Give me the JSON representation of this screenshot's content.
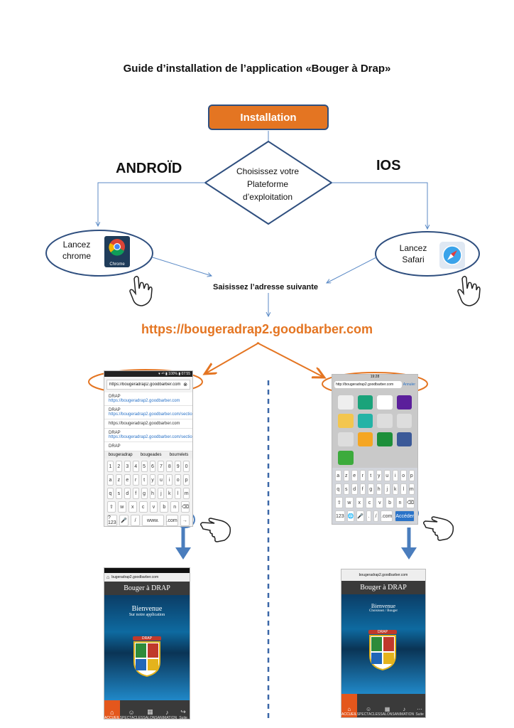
{
  "title": "Guide d’installation de l’application «Bouger à Drap»",
  "install_label": "Installation",
  "platforms": {
    "android": "ANDROÏD",
    "ios": "IOS"
  },
  "decision": {
    "line1": "Choisissez votre",
    "line2": "Plateforme",
    "line3": "d’exploitation"
  },
  "android_step": {
    "line1": "Lancez",
    "line2": "chrome",
    "app_label": "Chrome"
  },
  "ios_step": {
    "line1": "Lancez",
    "line2": "Safari"
  },
  "address_prompt": "Saisissez l’adresse suivante",
  "url": "https://bougeradrap2.goodbarber.com",
  "colors": {
    "accent": "#e47522",
    "flow_line": "#5b8ac6",
    "border": "#2f4f7f",
    "tab_active": "#e4571c"
  },
  "android_phone": {
    "status": "▾ ⁴ᴳ ▮ 100% ▮ 07:55",
    "address_value": "https://bougeradrap2.goodbarber.com",
    "suggestions": [
      {
        "title": "DRAP",
        "link": "https://bougeradrap2.goodbarber.com"
      },
      {
        "title": "DRAP",
        "link": "https://bougeradrap2.goodbarber.com/section/"
      },
      {
        "title": "https://bougeradrap2.goodbarber.com",
        "link": ""
      },
      {
        "title": "DRAP",
        "link": "https://bougeradrap2.goodbarber.com/section"
      },
      {
        "title": "DRAP",
        "link": ""
      }
    ],
    "word_suggestions": [
      "bougeradrap",
      "bougeades",
      "bourrelets"
    ],
    "keyboard_rows": [
      [
        "1",
        "2",
        "3",
        "4",
        "5",
        "6",
        "7",
        "8",
        "9",
        "0"
      ],
      [
        "a",
        "z",
        "e",
        "r",
        "t",
        "y",
        "u",
        "i",
        "o",
        "p"
      ],
      [
        "q",
        "s",
        "d",
        "f",
        "g",
        "h",
        "j",
        "k",
        "l",
        "m"
      ],
      [
        "⇧",
        "w",
        "x",
        "c",
        "v",
        "b",
        "n",
        "⌫"
      ],
      [
        "?123",
        "🎤",
        "/",
        "www.",
        ".com",
        "→"
      ]
    ]
  },
  "ios_phone": {
    "status": "19:28",
    "address_value": "http://bougeradrap2.goodbarber.com",
    "cancel": "Annuler",
    "keyboard_rows": [
      [
        "a",
        "z",
        "e",
        "r",
        "t",
        "y",
        "u",
        "i",
        "o",
        "p"
      ],
      [
        "q",
        "s",
        "d",
        "f",
        "g",
        "h",
        "j",
        "k",
        "l",
        "m"
      ],
      [
        "⇧",
        "w",
        "x",
        "c",
        "v",
        "b",
        "n",
        "⌫"
      ],
      [
        "123",
        "🌐",
        "🎤",
        ".",
        "/",
        ".com",
        "Accéder"
      ]
    ]
  },
  "app_screen": {
    "android_url": "bugeradrap2.goodbarber.com",
    "ios_url": "bougeradrap2.goodbarber.com",
    "header": "Bouger à DRAP",
    "welcome": "Bienvenue",
    "welcome_sub": "Sur notre application",
    "ios_welcome_sub": "Choisissez / Bouger",
    "crest_label": "DRAP",
    "tabs": [
      "ACCUEIL",
      "SPECTACLES",
      "SALONS",
      "ANIMATION",
      "Suite"
    ]
  }
}
